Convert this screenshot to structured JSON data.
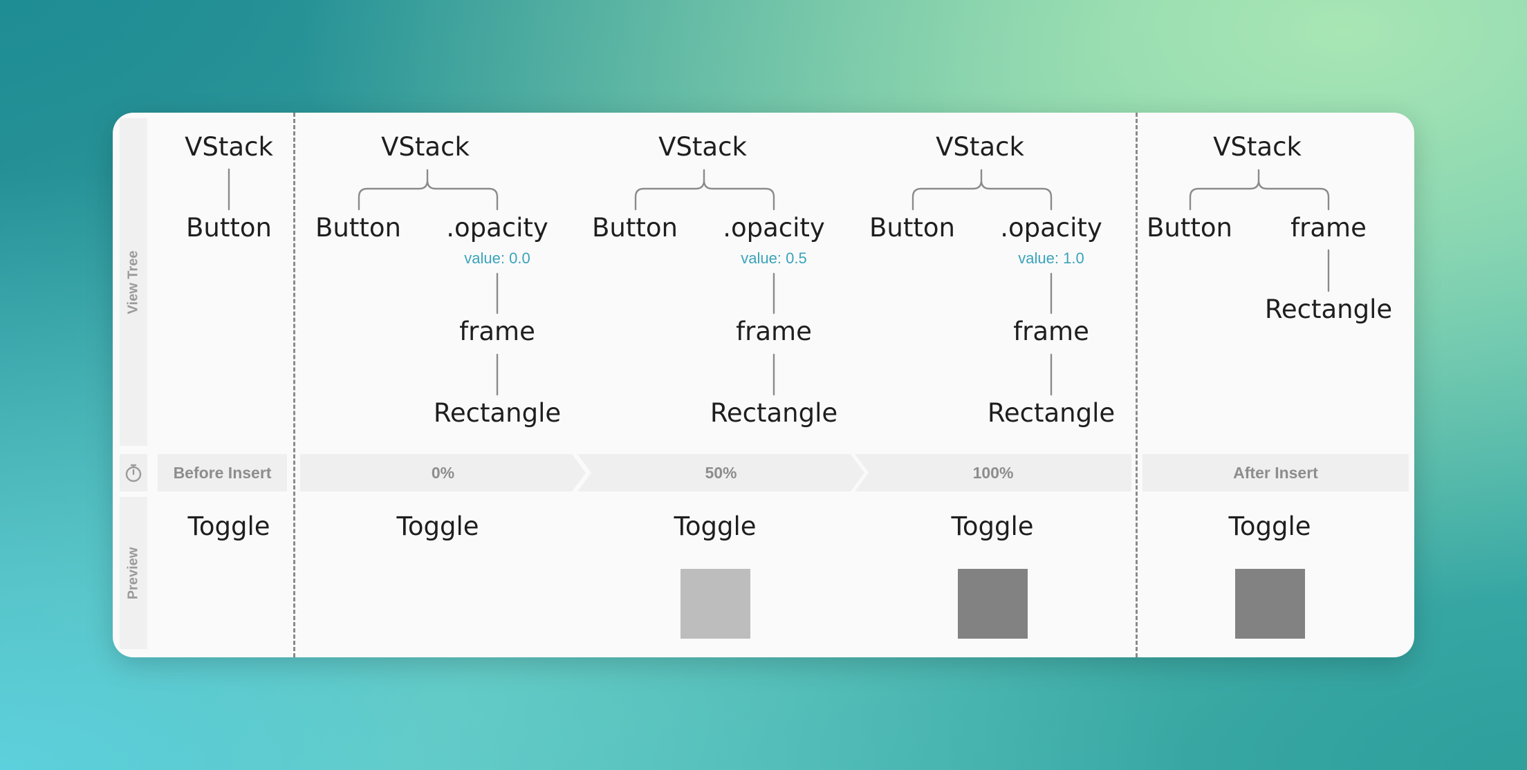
{
  "rows": {
    "view_tree": "View Tree",
    "preview": "Preview"
  },
  "timeline": {
    "before": "Before Insert",
    "p0": "0%",
    "p50": "50%",
    "p100": "100%",
    "after": "After Insert"
  },
  "tree": {
    "before": {
      "root": "VStack",
      "child": "Button"
    },
    "p0": {
      "root": "VStack",
      "button": "Button",
      "modifier": ".opacity",
      "value": "value: 0.0",
      "frame": "frame",
      "leaf": "Rectangle"
    },
    "p50": {
      "root": "VStack",
      "button": "Button",
      "modifier": ".opacity",
      "value": "value: 0.5",
      "frame": "frame",
      "leaf": "Rectangle"
    },
    "p100": {
      "root": "VStack",
      "button": "Button",
      "modifier": ".opacity",
      "value": "value: 1.0",
      "frame": "frame",
      "leaf": "Rectangle"
    },
    "after": {
      "root": "VStack",
      "button": "Button",
      "frame": "frame",
      "leaf": "Rectangle"
    }
  },
  "preview": {
    "before": "Toggle",
    "p0": "Toggle",
    "p50": "Toggle",
    "p100": "Toggle",
    "after": "Toggle"
  },
  "colors": {
    "value_text": "#3aa3bb",
    "swatch_half": "#bdbdbd",
    "swatch_full": "#828282"
  },
  "icons": {
    "timer": "stopwatch-icon"
  }
}
